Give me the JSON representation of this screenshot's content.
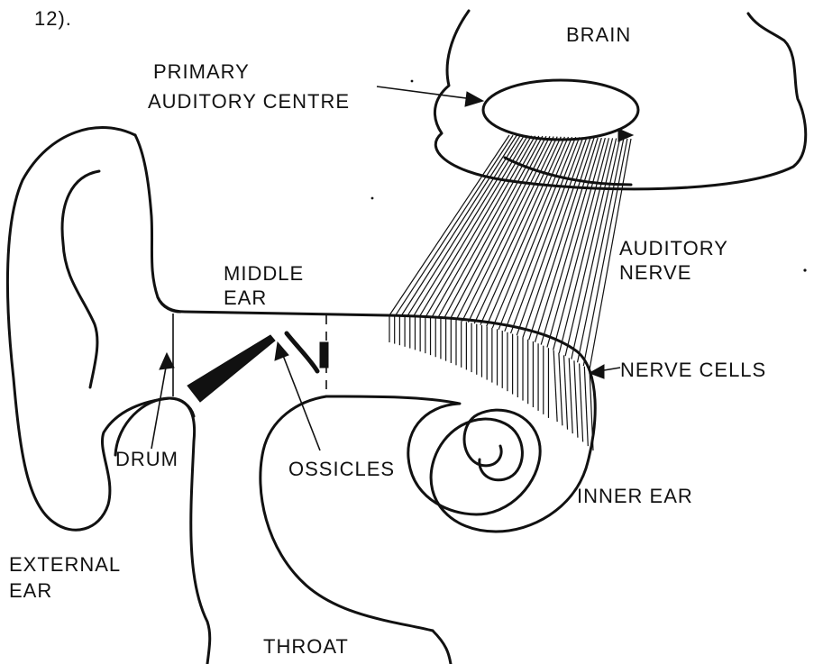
{
  "header_fragment": "12).",
  "labels": {
    "brain": "BRAIN",
    "primary_auditory_centre_line1": "PRIMARY",
    "primary_auditory_centre_line2": "AUDITORY CENTRE",
    "auditory_nerve_line1": "AUDITORY",
    "auditory_nerve_line2": "NERVE",
    "middle_ear_line1": "MIDDLE",
    "middle_ear_line2": "EAR",
    "nerve_cells": "NERVE CELLS",
    "drum": "DRUM",
    "ossicles": "OSSICLES",
    "inner_ear": "INNER EAR",
    "external_ear_line1": "EXTERNAL",
    "external_ear_line2": "EAR",
    "throat": "THROAT"
  }
}
